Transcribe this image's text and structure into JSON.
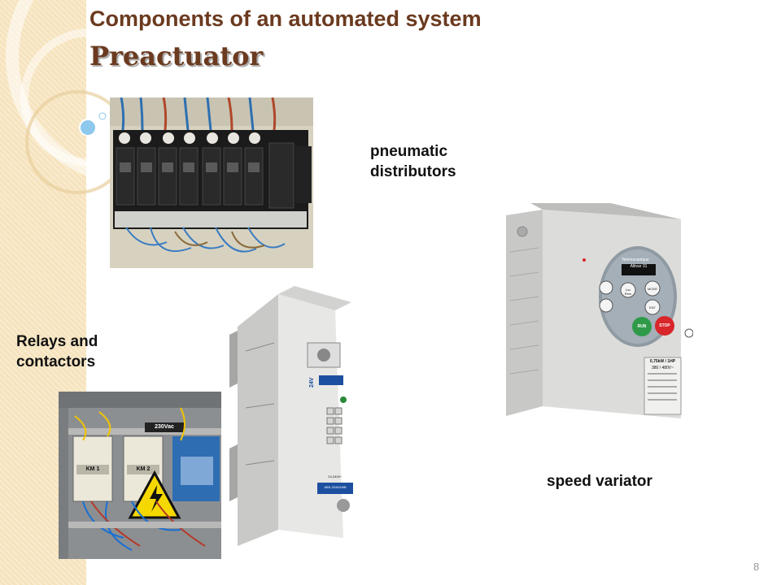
{
  "slide": {
    "title": "Components of an automated system",
    "subtitle": "Preactuator",
    "page_number": "8"
  },
  "labels": {
    "pneumatic_line1": "pneumatic",
    "pneumatic_line2": "distributors",
    "relays_line1": "Relays and",
    "relays_line2": "contactors",
    "speed_variator": "speed variator"
  },
  "device_text": {
    "variator_brand": "Telemecanique",
    "variator_model": "Altivar 31",
    "btn_loc_rem": "Loc Rem",
    "btn_mode": "MODE",
    "btn_ent": "ENT",
    "btn_run": "RUN",
    "btn_stop": "STOP",
    "rating": "0,75kW / 1HP",
    "voltage": "380 / 480V~",
    "relay_voltage": "24V",
    "relay_range": "24-240V~",
    "relay_ref": "ABS-2SA01MB",
    "cabinet_voltage": "230Vac",
    "km1": "KM 1",
    "km2": "KM 2"
  },
  "colors": {
    "title": "#6b3a1f",
    "left_band": "#f6e3bd",
    "deco_bubble": "#8ec8ec",
    "variator_body": "#d9d9d6",
    "run_button": "#2f9b4a",
    "stop_button": "#d8262a",
    "warning_sign": "#f5d800"
  }
}
